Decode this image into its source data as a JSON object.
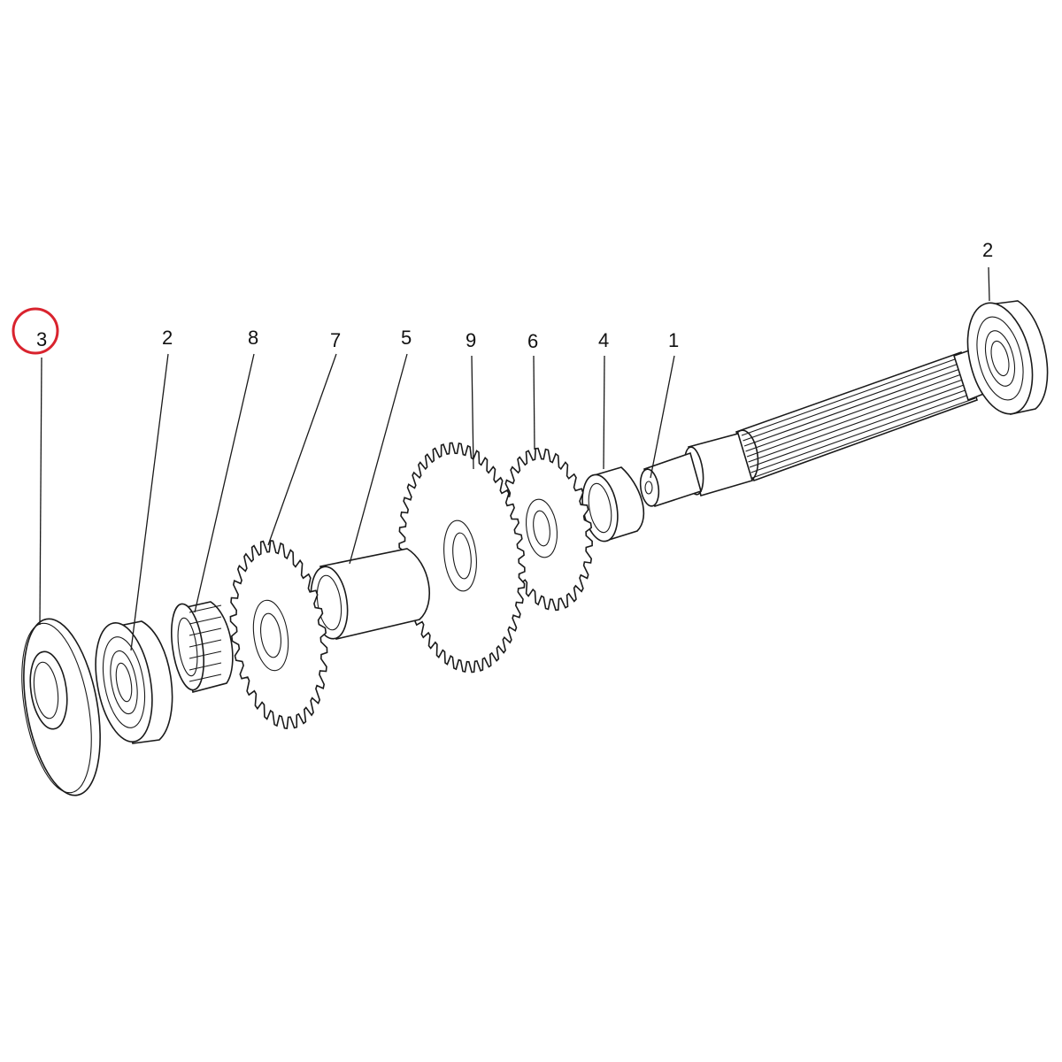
{
  "diagram": {
    "highlight_color": "#d9232e",
    "callouts": [
      {
        "id": "washer",
        "label": "3",
        "highlighted": true
      },
      {
        "id": "bearing-left",
        "label": "2",
        "highlighted": false
      },
      {
        "id": "spline-hub",
        "label": "8",
        "highlighted": false
      },
      {
        "id": "gear-small-left",
        "label": "7",
        "highlighted": false
      },
      {
        "id": "spacer-sleeve",
        "label": "5",
        "highlighted": false
      },
      {
        "id": "gear-large",
        "label": "9",
        "highlighted": false
      },
      {
        "id": "gear-small-right",
        "label": "6",
        "highlighted": false
      },
      {
        "id": "bushing",
        "label": "4",
        "highlighted": false
      },
      {
        "id": "shaft",
        "label": "1",
        "highlighted": false
      },
      {
        "id": "bearing-right",
        "label": "2",
        "highlighted": false
      }
    ]
  }
}
